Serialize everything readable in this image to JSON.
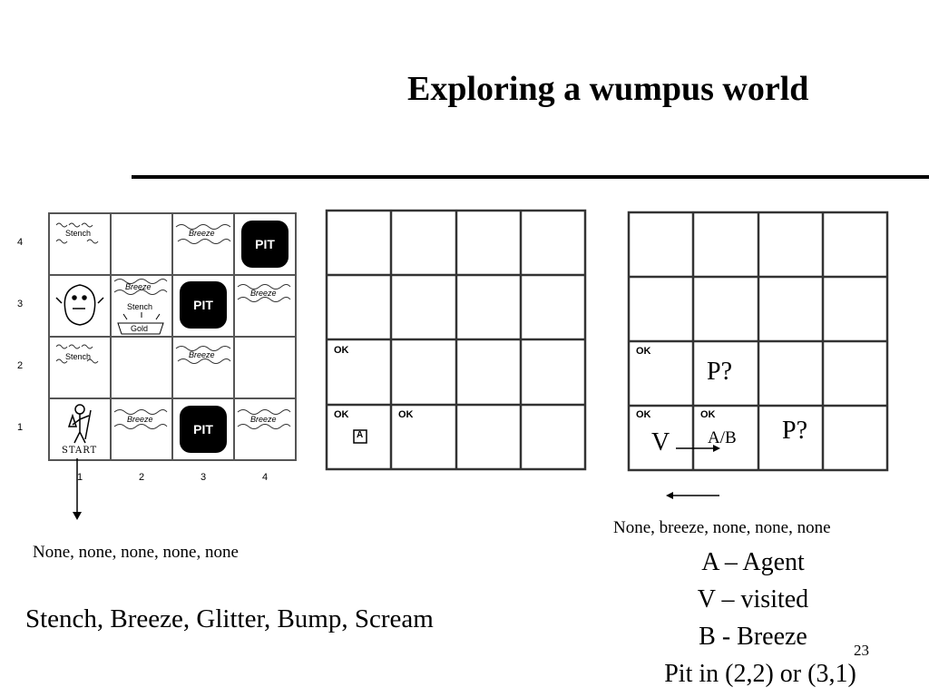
{
  "title": "Exploring a wumpus world",
  "world": {
    "row_labels": [
      "4",
      "3",
      "2",
      "1"
    ],
    "col_labels": [
      "1",
      "2",
      "3",
      "4"
    ],
    "stench": "Stench",
    "breeze": "Breeze",
    "gold": "Gold",
    "pit": "PIT",
    "start": "START",
    "percept_caption": "None, none, none, none, none"
  },
  "grid2": {
    "ok": "OK",
    "agent": "A"
  },
  "grid3": {
    "ok": "OK",
    "pit_guess": "P?",
    "visited": "V",
    "agent_breeze": "A/B",
    "percept_caption": "None, breeze, none, none, none"
  },
  "percept_list": "Stench, Breeze, Glitter, Bump, Scream",
  "legend": [
    "A – Agent",
    "V – visited",
    "B - Breeze",
    "Pit in (2,2) or (3,1)"
  ],
  "slide_number": "23"
}
